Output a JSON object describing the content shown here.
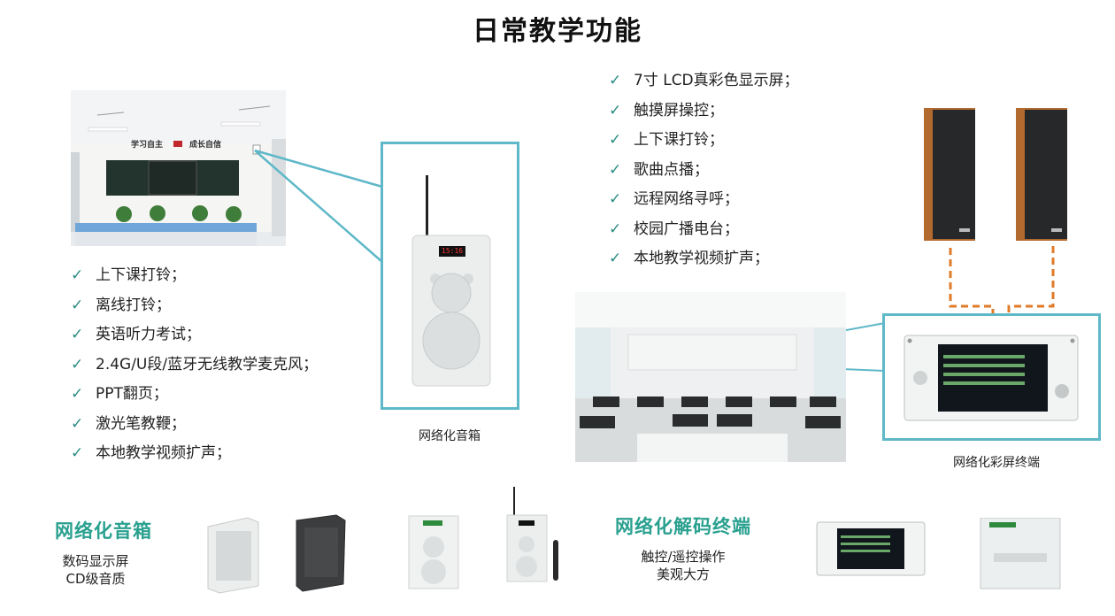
{
  "title": "日常教学功能",
  "left_features": [
    "上下课打铃；",
    "离线打铃；",
    "英语听力考试；",
    "2.4G/U段/蓝牙无线教学麦克风；",
    "PPT翻页；",
    "激光笔教鞭；",
    "本地教学视频扩声；"
  ],
  "right_features": [
    "7寸 LCD真彩色显示屏；",
    "触摸屏操控；",
    "上下课打铃；",
    "歌曲点播；",
    "远程网络寻呼；",
    "校园广播电台；",
    "本地教学视频扩声；"
  ],
  "classroom_banner": {
    "left": "学习自主",
    "right": "成长自信"
  },
  "speaker_display": "15:16",
  "captions": {
    "speaker": "网络化音箱",
    "terminal": "网络化彩屏终端"
  },
  "bottom_left": {
    "title": "网络化音箱",
    "line1": "数码显示屏",
    "line2": "CD级音质"
  },
  "bottom_right": {
    "title": "网络化解码终端",
    "line1": "触控/遥控操作",
    "line2": "美观大方"
  },
  "colors": {
    "accent_teal": "#2aa08f",
    "frame_blue": "#5fb8c8",
    "check_green": "#2a8c82",
    "wire_orange": "#e07b2a"
  }
}
